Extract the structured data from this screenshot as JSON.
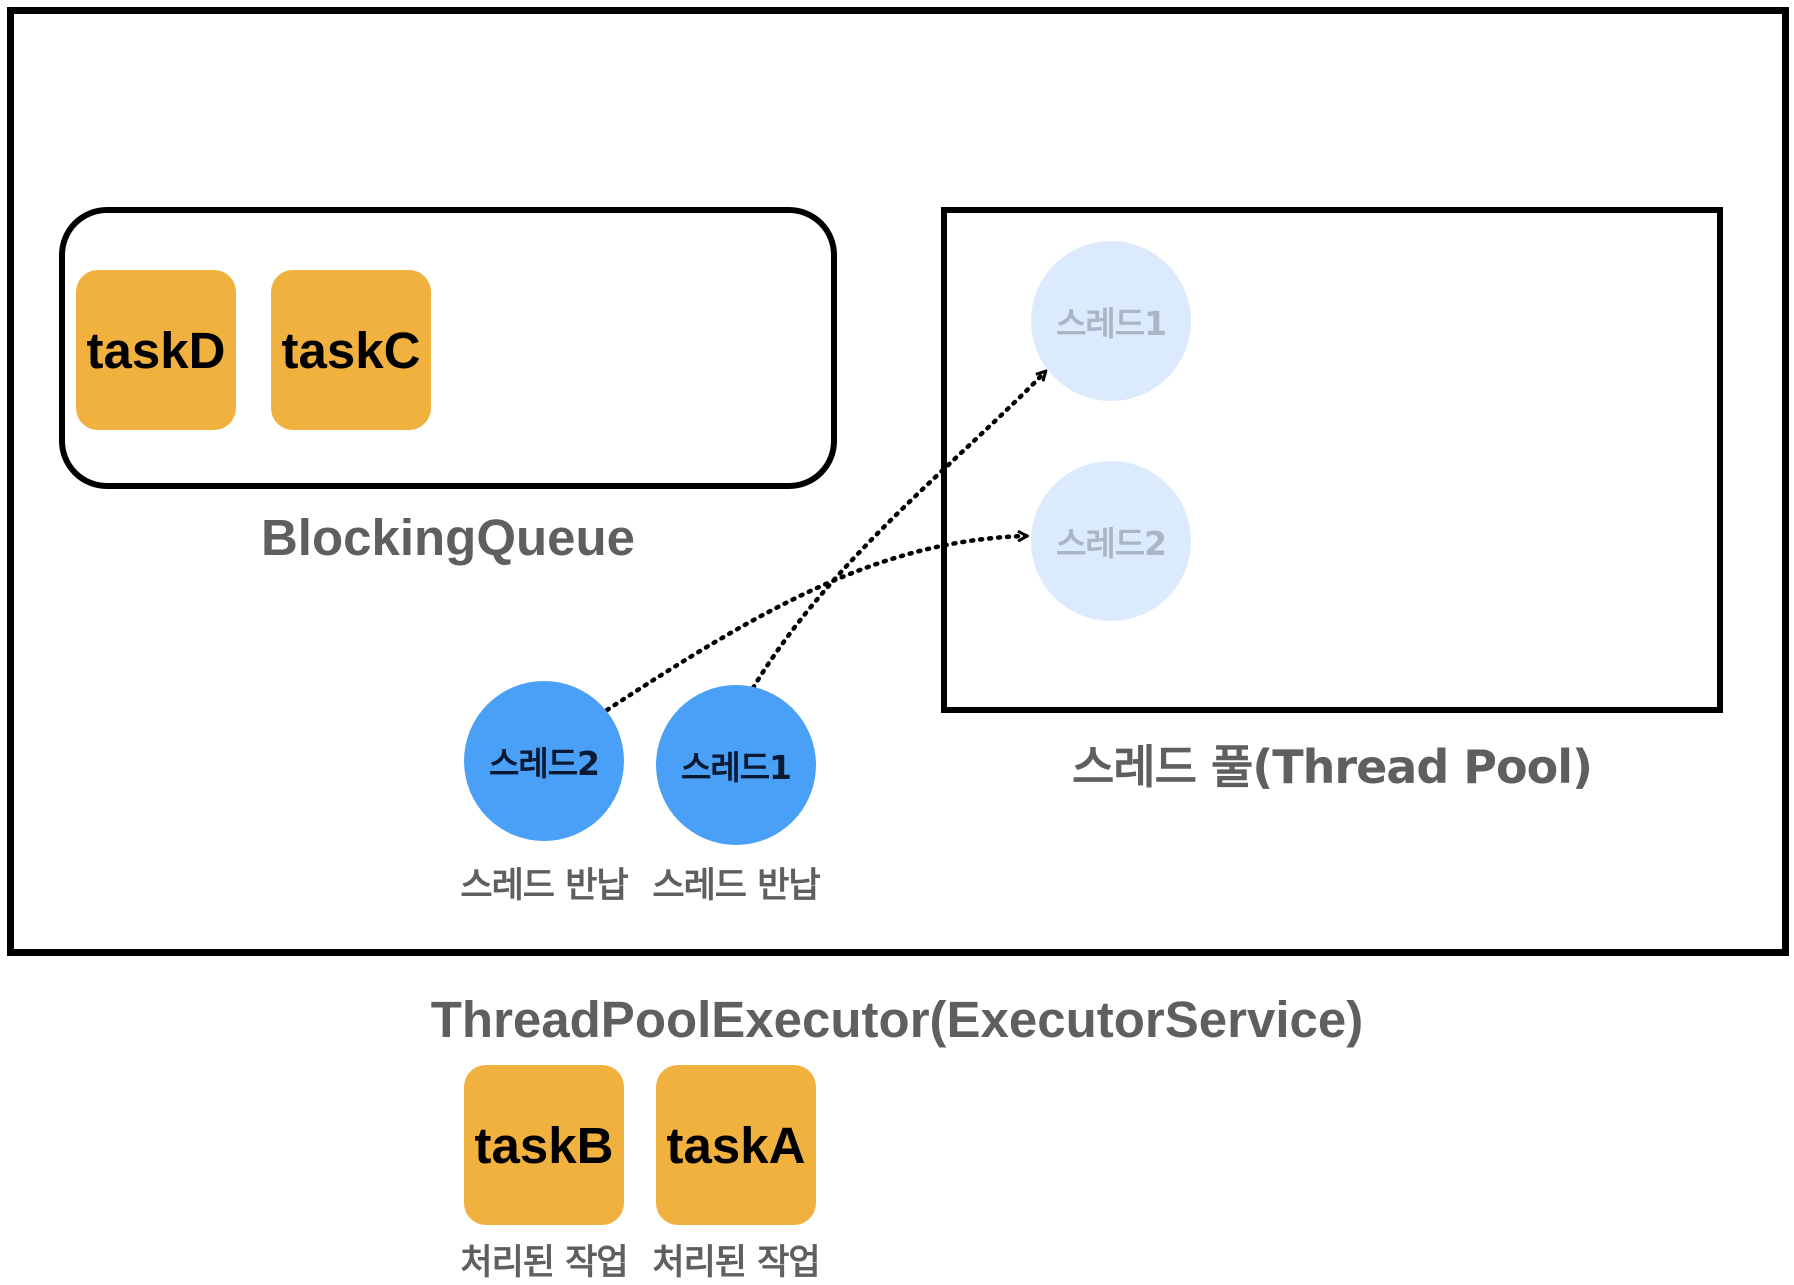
{
  "executor": {
    "title": "ThreadPoolExecutor(ExecutorService)"
  },
  "queue": {
    "title": "BlockingQueue",
    "tasks": [
      "taskD",
      "taskC"
    ]
  },
  "pool": {
    "title": "스레드 풀(Thread Pool)",
    "slots": [
      "스레드1",
      "스레드2"
    ]
  },
  "returning_threads": [
    {
      "name": "스레드2",
      "caption": "스레드 반납"
    },
    {
      "name": "스레드1",
      "caption": "스레드 반납"
    }
  ],
  "completed_tasks": [
    {
      "name": "taskB",
      "caption": "처리된 작업"
    },
    {
      "name": "taskA",
      "caption": "처리된 작업"
    }
  ],
  "colors": {
    "task_fill": "#f1b13f",
    "thread_active": "#4a9ff7",
    "thread_faded": "#dbeafc",
    "label_gray": "#5f5f5f"
  }
}
